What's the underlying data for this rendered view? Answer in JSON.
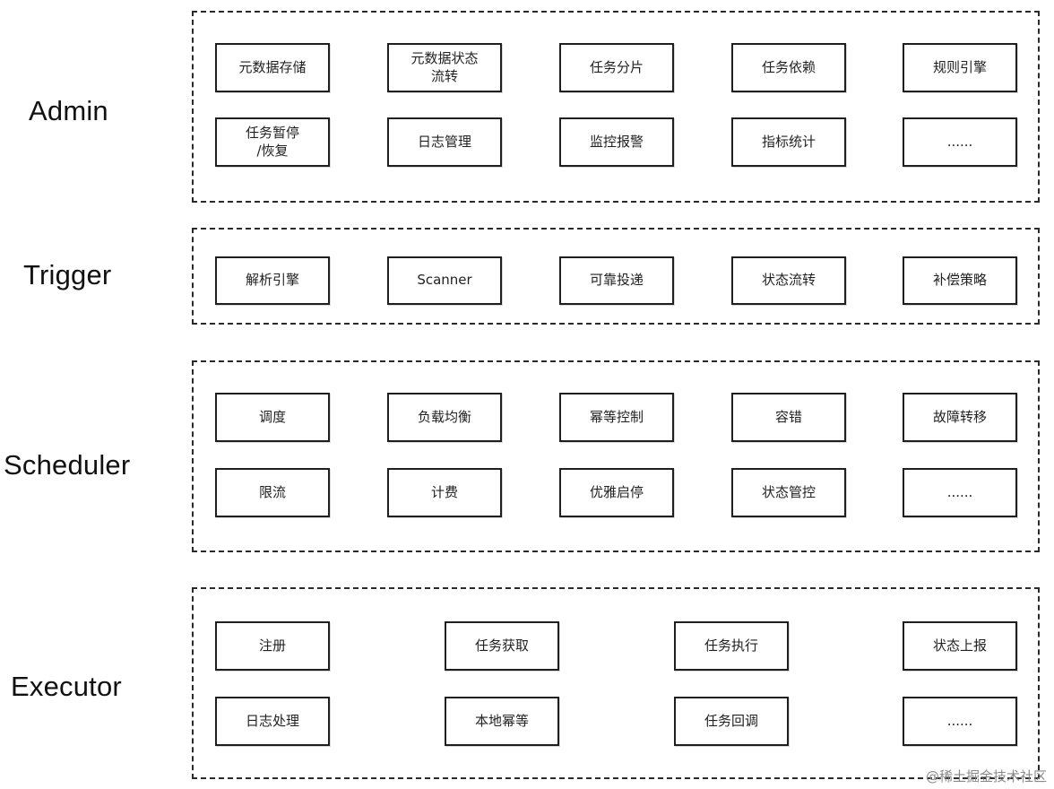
{
  "layers": [
    {
      "id": "admin",
      "label": "Admin",
      "modules": [
        "元数据存储",
        "元数据状态\n流转",
        "任务分片",
        "任务依赖",
        "规则引擎",
        "任务暂停\n/恢复",
        "日志管理",
        "监控报警",
        "指标统计",
        "......"
      ]
    },
    {
      "id": "trigger",
      "label": "Trigger",
      "modules": [
        "解析引擎",
        "Scanner",
        "可靠投递",
        "状态流转",
        "补偿策略"
      ]
    },
    {
      "id": "scheduler",
      "label": "Scheduler",
      "modules": [
        "调度",
        "负载均衡",
        "幂等控制",
        "容错",
        "故障转移",
        "限流",
        "计费",
        "优雅启停",
        "状态管控",
        "......"
      ]
    },
    {
      "id": "executor",
      "label": "Executor",
      "modules": [
        "注册",
        "任务获取",
        "任务执行",
        "状态上报",
        "日志处理",
        "本地幂等",
        "任务回调",
        "......"
      ]
    }
  ],
  "watermark": "@稀土掘金技术社区"
}
